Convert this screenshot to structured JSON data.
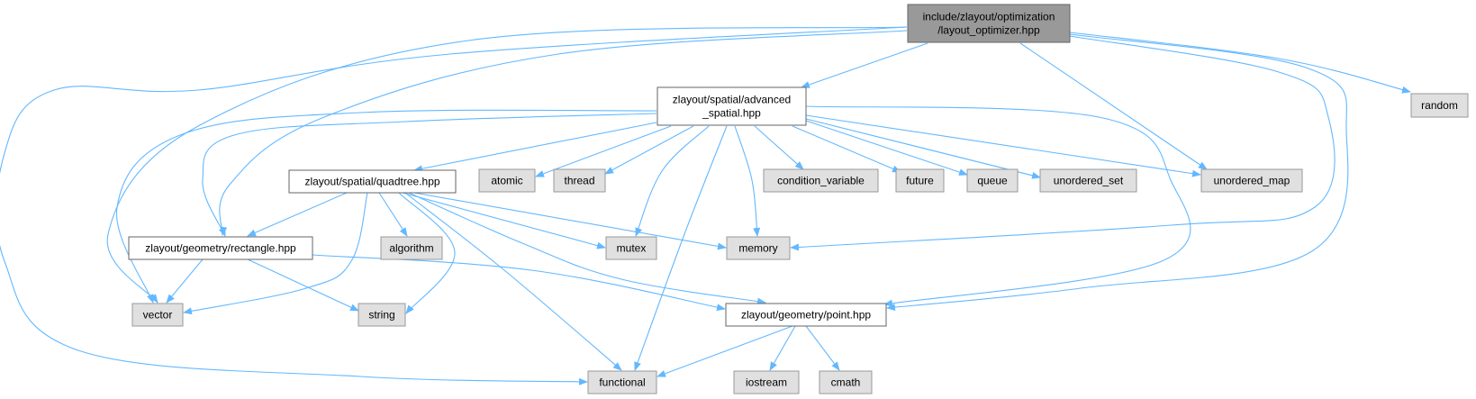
{
  "diagram": {
    "title": "",
    "colors": {
      "root_fill": "#999999",
      "root_stroke": "#666666",
      "project_fill": "#ffffff",
      "project_stroke": "#666666",
      "system_fill": "#e0e0e0",
      "system_stroke": "#999999",
      "edge": "#63b8ff"
    },
    "nodes": [
      {
        "id": "layout_optimizer",
        "kind": "root",
        "lines": [
          "include/zlayout/optimization",
          "/layout_optimizer.hpp"
        ]
      },
      {
        "id": "advanced_spatial",
        "kind": "project",
        "lines": [
          "zlayout/spatial/advanced",
          "_spatial.hpp"
        ]
      },
      {
        "id": "random",
        "kind": "system",
        "lines": [
          "random"
        ]
      },
      {
        "id": "quadtree",
        "kind": "project",
        "lines": [
          "zlayout/spatial/quadtree.hpp"
        ]
      },
      {
        "id": "atomic",
        "kind": "system",
        "lines": [
          "atomic"
        ]
      },
      {
        "id": "thread",
        "kind": "system",
        "lines": [
          "thread"
        ]
      },
      {
        "id": "condition_variable",
        "kind": "system",
        "lines": [
          "condition_variable"
        ]
      },
      {
        "id": "future",
        "kind": "system",
        "lines": [
          "future"
        ]
      },
      {
        "id": "queue",
        "kind": "system",
        "lines": [
          "queue"
        ]
      },
      {
        "id": "unordered_set",
        "kind": "system",
        "lines": [
          "unordered_set"
        ]
      },
      {
        "id": "unordered_map",
        "kind": "system",
        "lines": [
          "unordered_map"
        ]
      },
      {
        "id": "rectangle",
        "kind": "project",
        "lines": [
          "zlayout/geometry/rectangle.hpp"
        ]
      },
      {
        "id": "algorithm",
        "kind": "system",
        "lines": [
          "algorithm"
        ]
      },
      {
        "id": "mutex",
        "kind": "system",
        "lines": [
          "mutex"
        ]
      },
      {
        "id": "memory",
        "kind": "system",
        "lines": [
          "memory"
        ]
      },
      {
        "id": "vector",
        "kind": "system",
        "lines": [
          "vector"
        ]
      },
      {
        "id": "string",
        "kind": "system",
        "lines": [
          "string"
        ]
      },
      {
        "id": "point",
        "kind": "project",
        "lines": [
          "zlayout/geometry/point.hpp"
        ]
      },
      {
        "id": "functional",
        "kind": "system",
        "lines": [
          "functional"
        ]
      },
      {
        "id": "iostream",
        "kind": "system",
        "lines": [
          "iostream"
        ]
      },
      {
        "id": "cmath",
        "kind": "system",
        "lines": [
          "cmath"
        ]
      }
    ],
    "edges": [
      {
        "from": "layout_optimizer",
        "to": "advanced_spatial"
      },
      {
        "from": "layout_optimizer",
        "to": "random"
      },
      {
        "from": "layout_optimizer",
        "to": "unordered_map"
      },
      {
        "from": "layout_optimizer",
        "to": "memory"
      },
      {
        "from": "layout_optimizer",
        "to": "point"
      },
      {
        "from": "layout_optimizer",
        "to": "rectangle"
      },
      {
        "from": "layout_optimizer",
        "to": "vector"
      },
      {
        "from": "layout_optimizer",
        "to": "functional"
      },
      {
        "from": "advanced_spatial",
        "to": "quadtree"
      },
      {
        "from": "advanced_spatial",
        "to": "atomic"
      },
      {
        "from": "advanced_spatial",
        "to": "thread"
      },
      {
        "from": "advanced_spatial",
        "to": "condition_variable"
      },
      {
        "from": "advanced_spatial",
        "to": "future"
      },
      {
        "from": "advanced_spatial",
        "to": "queue"
      },
      {
        "from": "advanced_spatial",
        "to": "unordered_set"
      },
      {
        "from": "advanced_spatial",
        "to": "unordered_map"
      },
      {
        "from": "advanced_spatial",
        "to": "mutex"
      },
      {
        "from": "advanced_spatial",
        "to": "memory"
      },
      {
        "from": "advanced_spatial",
        "to": "functional"
      },
      {
        "from": "advanced_spatial",
        "to": "point"
      },
      {
        "from": "advanced_spatial",
        "to": "rectangle"
      },
      {
        "from": "advanced_spatial",
        "to": "vector"
      },
      {
        "from": "quadtree",
        "to": "rectangle"
      },
      {
        "from": "quadtree",
        "to": "algorithm"
      },
      {
        "from": "quadtree",
        "to": "mutex"
      },
      {
        "from": "quadtree",
        "to": "memory"
      },
      {
        "from": "quadtree",
        "to": "vector"
      },
      {
        "from": "quadtree",
        "to": "string"
      },
      {
        "from": "quadtree",
        "to": "point"
      },
      {
        "from": "quadtree",
        "to": "functional"
      },
      {
        "from": "rectangle",
        "to": "vector"
      },
      {
        "from": "rectangle",
        "to": "string"
      },
      {
        "from": "rectangle",
        "to": "point"
      },
      {
        "from": "point",
        "to": "functional"
      },
      {
        "from": "point",
        "to": "iostream"
      },
      {
        "from": "point",
        "to": "cmath"
      }
    ]
  }
}
